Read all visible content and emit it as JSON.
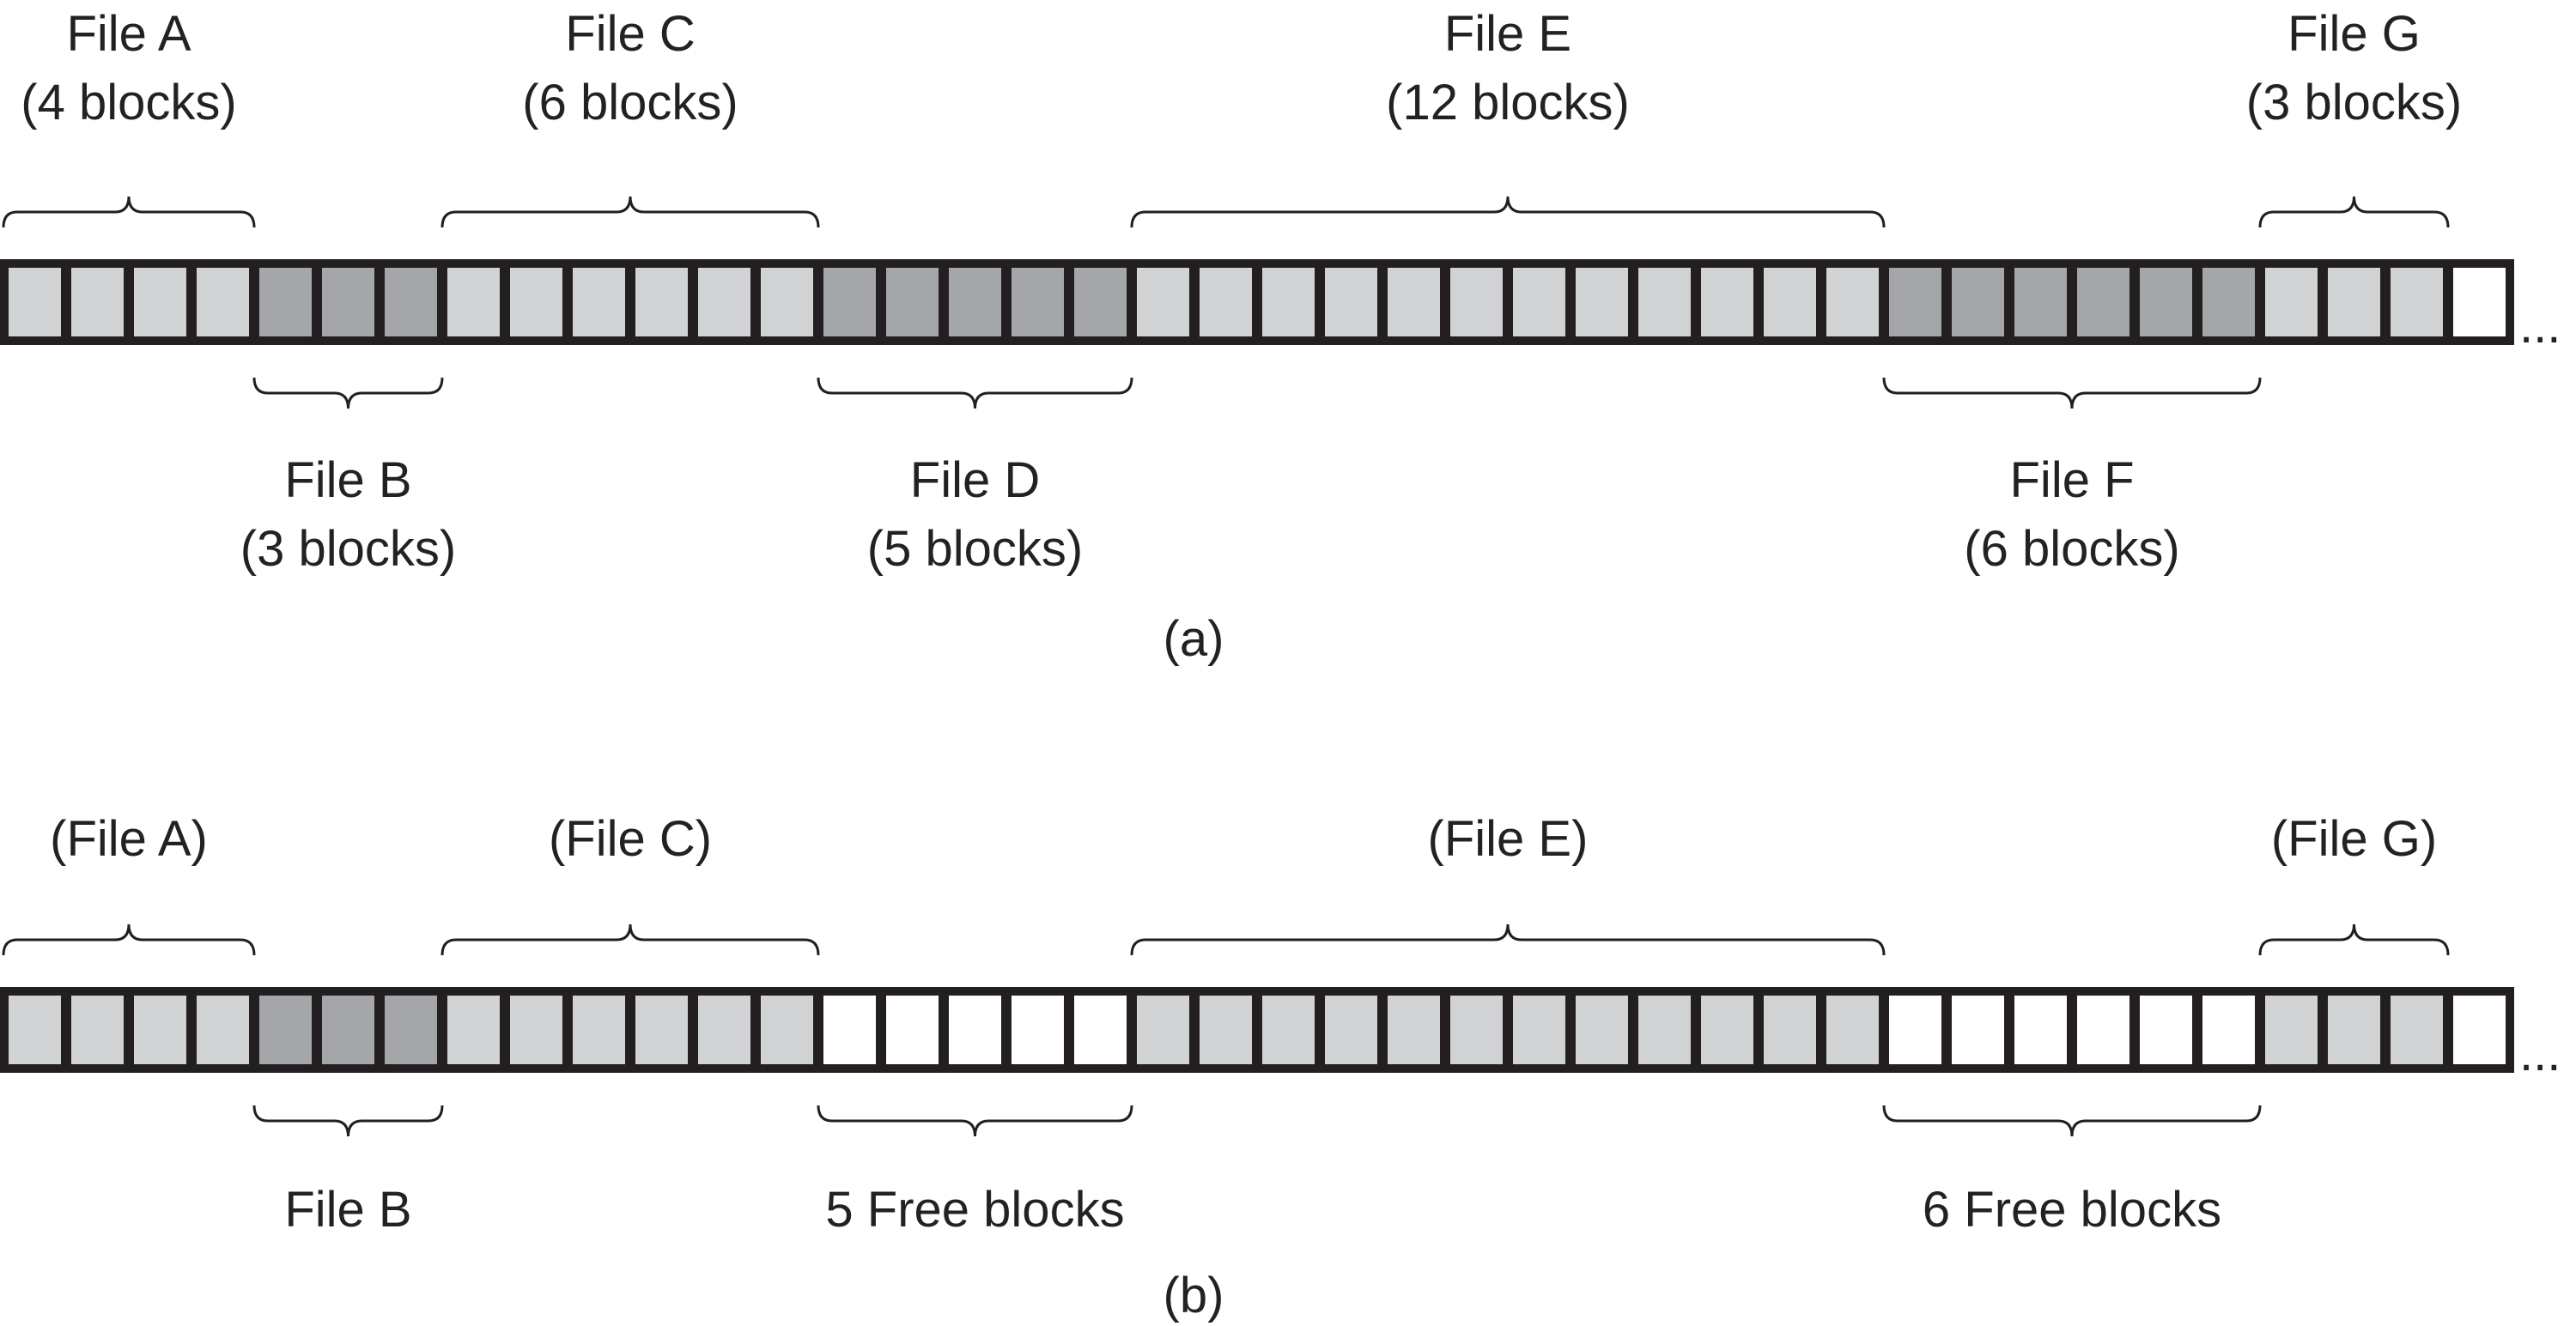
{
  "colors": {
    "file_a_c_e_g": "#d1d2d4",
    "file_b_d_f": "#a5a6a9",
    "free": "#ffffff",
    "outline": "#231f20"
  },
  "diagram_a": {
    "caption": "(a)",
    "ellipsis": "...",
    "segments": [
      {
        "name": "File A",
        "sub": "(4 blocks)",
        "blocks": 4,
        "kind": "light",
        "side": "top"
      },
      {
        "name": "File B",
        "sub": "(3 blocks)",
        "blocks": 3,
        "kind": "dark",
        "side": "bottom"
      },
      {
        "name": "File C",
        "sub": "(6 blocks)",
        "blocks": 6,
        "kind": "light",
        "side": "top"
      },
      {
        "name": "File D",
        "sub": "(5 blocks)",
        "blocks": 5,
        "kind": "dark",
        "side": "bottom"
      },
      {
        "name": "File E",
        "sub": "(12 blocks)",
        "blocks": 12,
        "kind": "light",
        "side": "top"
      },
      {
        "name": "File F",
        "sub": "(6 blocks)",
        "blocks": 6,
        "kind": "dark",
        "side": "bottom"
      },
      {
        "name": "File G",
        "sub": "(3 blocks)",
        "blocks": 3,
        "kind": "light",
        "side": "top"
      },
      {
        "name": "",
        "sub": "",
        "blocks": 1,
        "kind": "free",
        "side": "none"
      }
    ]
  },
  "diagram_b": {
    "caption": "(b)",
    "ellipsis": "...",
    "segments": [
      {
        "name": "(File A)",
        "sub": "",
        "blocks": 4,
        "kind": "light",
        "side": "top"
      },
      {
        "name": "File B",
        "sub": "",
        "blocks": 3,
        "kind": "dark",
        "side": "bottom"
      },
      {
        "name": "(File C)",
        "sub": "",
        "blocks": 6,
        "kind": "light",
        "side": "top"
      },
      {
        "name": "5 Free blocks",
        "sub": "",
        "blocks": 5,
        "kind": "free",
        "side": "bottom"
      },
      {
        "name": "(File E)",
        "sub": "",
        "blocks": 12,
        "kind": "light",
        "side": "top"
      },
      {
        "name": "6 Free blocks",
        "sub": "",
        "blocks": 6,
        "kind": "free",
        "side": "bottom"
      },
      {
        "name": "(File G)",
        "sub": "",
        "blocks": 3,
        "kind": "light",
        "side": "top"
      },
      {
        "name": "",
        "sub": "",
        "blocks": 1,
        "kind": "free",
        "side": "none"
      }
    ]
  }
}
